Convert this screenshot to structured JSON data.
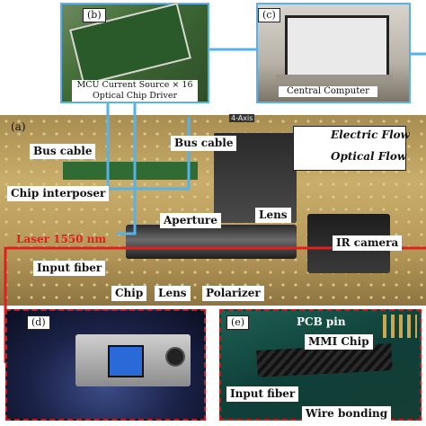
{
  "panels": {
    "a": "(a)",
    "b": "(b)",
    "c": "(c)",
    "d": "(d)",
    "e": "(e)"
  },
  "captions": {
    "b_line1": "MCU Current Source × 16",
    "b_line2": "Optical Chip Driver",
    "c": "Central Computer"
  },
  "labels": {
    "bus_cable_left": "Bus cable",
    "bus_cable_right": "Bus cable",
    "chip_interposer": "Chip interposer",
    "aperture": "Aperture",
    "lens_top": "Lens",
    "laser": "Laser 1550 nm",
    "input_fiber_a": "Input fiber",
    "chip": "Chip",
    "lens_bottom": "Lens",
    "polarizer": "Polarizer",
    "ir_camera": "IR camera",
    "axis_tag": "4-Axis",
    "pcb_pin": "PCB pin",
    "mmi_chip": "MMI Chip",
    "input_fiber_e": "Input fiber",
    "wire_bonding": "Wire bonding"
  },
  "legend": {
    "electric": "Electric Flow",
    "optical": "Optical Flow"
  },
  "colors": {
    "electric_flow": "#56b2e8",
    "optical_flow": "#e02020",
    "dashed_frame": "#d01818"
  }
}
